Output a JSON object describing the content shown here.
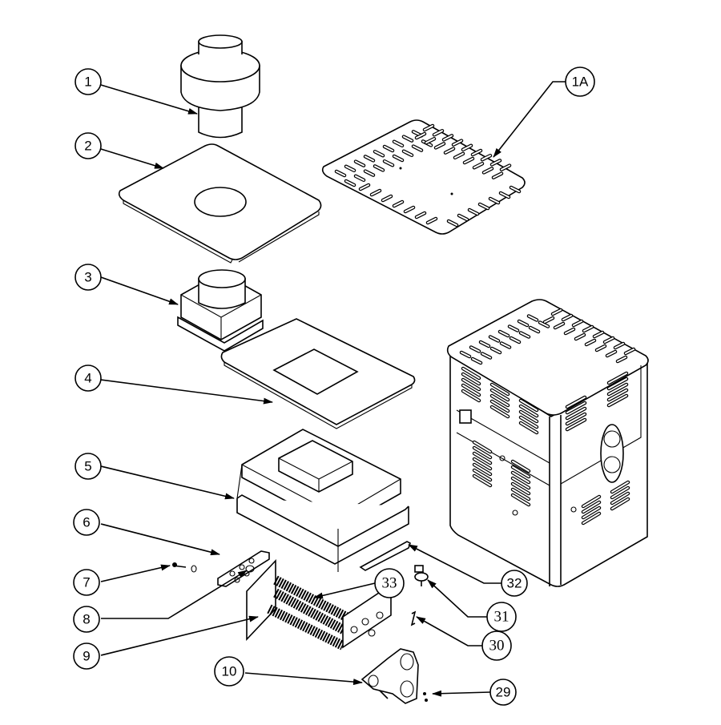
{
  "diagram": {
    "type": "exploded parts diagram",
    "callouts": [
      {
        "id": "c1",
        "label": "1"
      },
      {
        "id": "c1a",
        "label": "1A"
      },
      {
        "id": "c2",
        "label": "2"
      },
      {
        "id": "c3",
        "label": "3"
      },
      {
        "id": "c4",
        "label": "4"
      },
      {
        "id": "c5",
        "label": "5"
      },
      {
        "id": "c6",
        "label": "6"
      },
      {
        "id": "c7",
        "label": "7"
      },
      {
        "id": "c8",
        "label": "8"
      },
      {
        "id": "c9",
        "label": "9"
      },
      {
        "id": "c10",
        "label": "10"
      },
      {
        "id": "c29",
        "label": "29"
      },
      {
        "id": "c30",
        "label": "30"
      },
      {
        "id": "c31",
        "label": "31"
      },
      {
        "id": "c32",
        "label": "32"
      },
      {
        "id": "c33",
        "label": "33"
      }
    ],
    "colors": {
      "line": "#000000",
      "background": "#ffffff"
    }
  }
}
